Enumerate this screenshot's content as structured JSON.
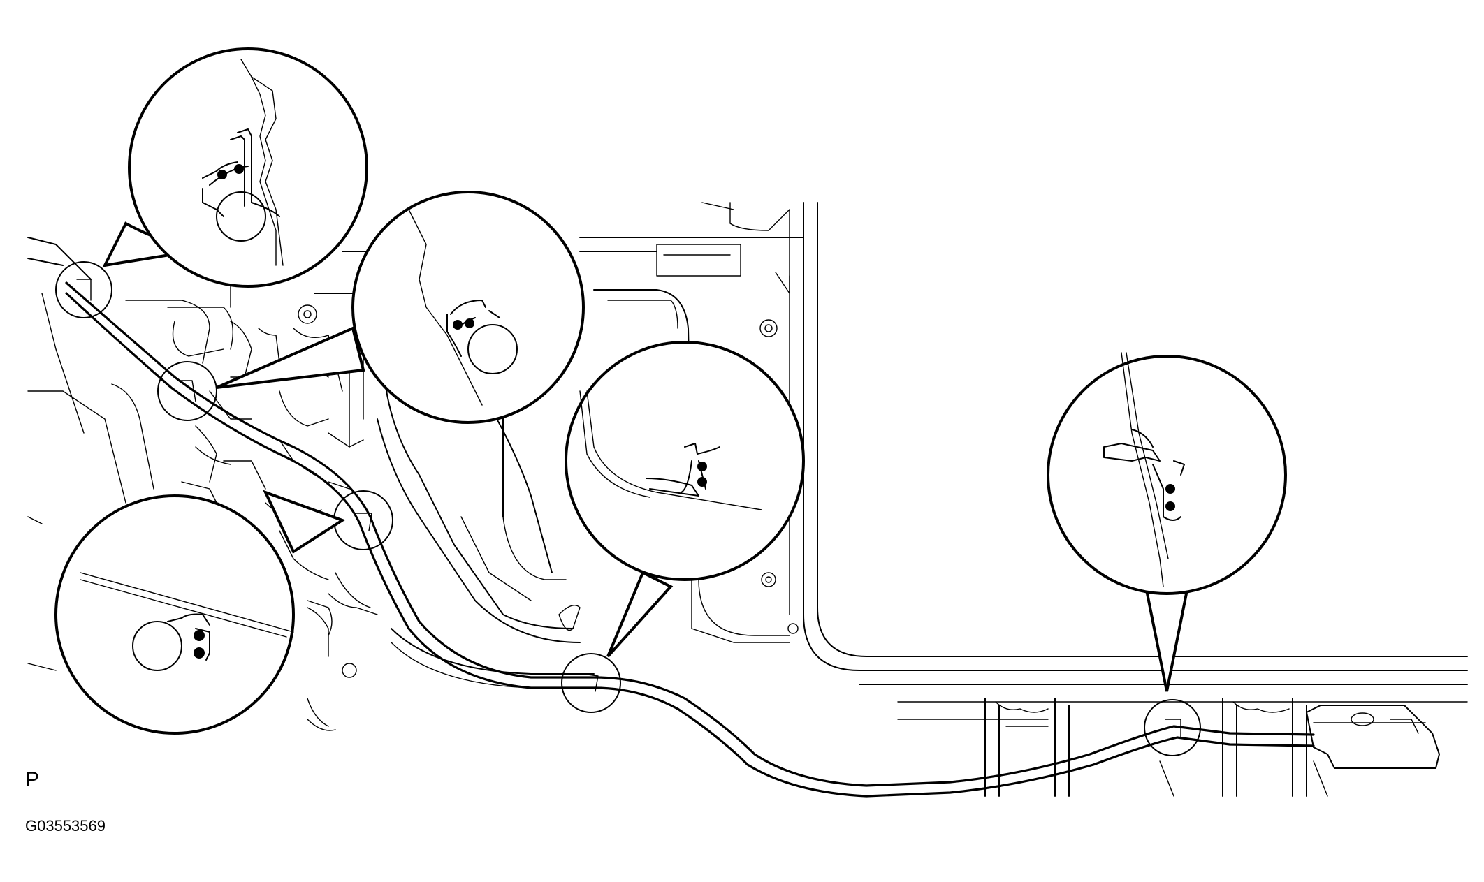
{
  "labels": {
    "view_letter": "P",
    "figure_code": "G03553569"
  },
  "colors": {
    "line": "#000000",
    "background": "#ffffff"
  },
  "callouts": [
    {
      "name": "clamp-detail-1"
    },
    {
      "name": "clamp-detail-2"
    },
    {
      "name": "clamp-detail-3"
    },
    {
      "name": "clamp-detail-4"
    },
    {
      "name": "clamp-detail-5"
    }
  ]
}
